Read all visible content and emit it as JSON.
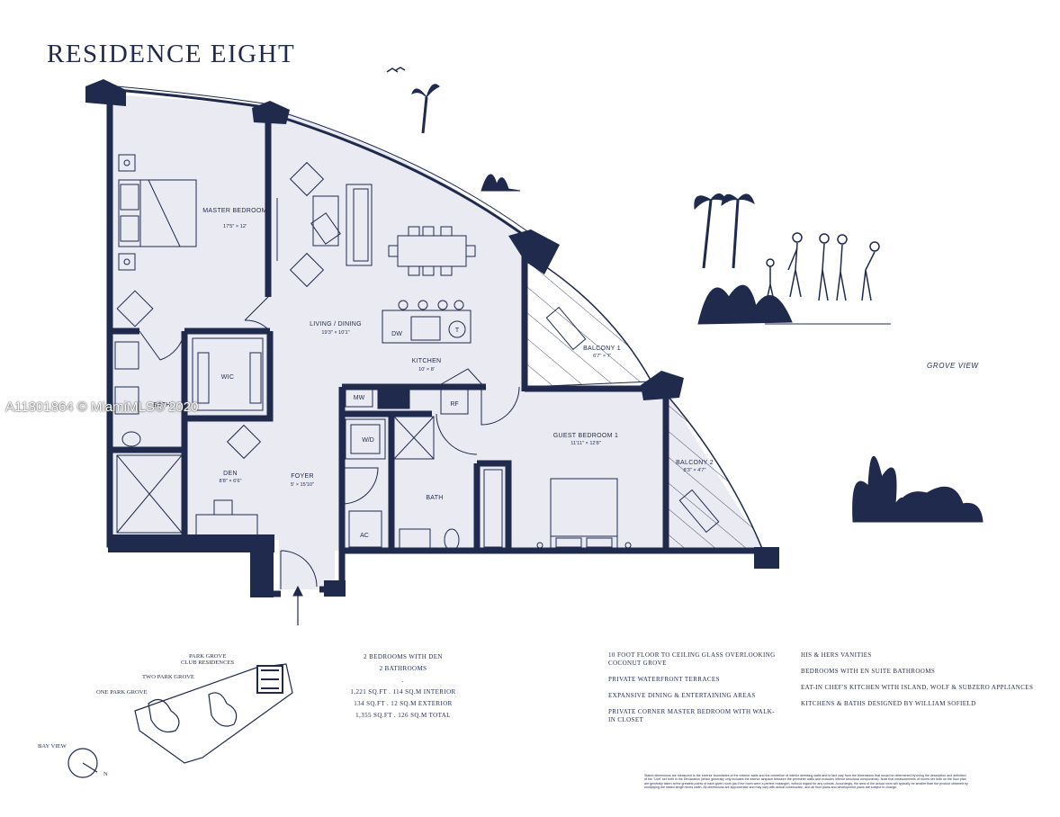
{
  "title": "RESIDENCE EIGHT",
  "watermark": "A11801864 © MiamiMLS® 2020",
  "view_label": "GROVE VIEW",
  "rooms": [
    {
      "name": "MASTER BEDROOM",
      "line2": "",
      "dims": "17'5\" × 12'"
    },
    {
      "name": "LIVING / DINING",
      "dims": "19'3\" × 10'1\""
    },
    {
      "name": "KITCHEN",
      "dims": "10' × 8'"
    },
    {
      "name": "BALCONY 1",
      "dims": "6'7\" × 7'"
    },
    {
      "name": "WIC",
      "dims": ""
    },
    {
      "name": "BATH",
      "dims": ""
    },
    {
      "name": "GUEST BEDROOM 1",
      "dims": "11'11\" × 12'8\""
    },
    {
      "name": "BALCONY 2",
      "dims": "8'3\" × 4'7\""
    },
    {
      "name": "DEN",
      "dims": "8'8\" × 6'6\""
    },
    {
      "name": "FOYER",
      "dims": "5' × 15'10\""
    },
    {
      "name": "BATH",
      "dims": ""
    }
  ],
  "fixtures": {
    "dw": "DW",
    "mw": "MW",
    "rf": "RF",
    "wd": "W/D",
    "ac": "AC",
    "t": "T"
  },
  "site_plan": {
    "labels": [
      "PARK GROVE",
      "CLUB RESIDENCES",
      "TWO PARK GROVE",
      "ONE PARK GROVE",
      "BAY VIEW"
    ],
    "compass": "N"
  },
  "specs": {
    "bedrooms": "2 BEDROOMS WITH DEN",
    "bathrooms": "2 BATHROOMS",
    "dot": ".",
    "interior": "1,221 SQ.FT . 114 SQ.M INTERIOR",
    "exterior": "134 SQ.FT . 12 SQ.M EXTERIOR",
    "total": "1,355 SQ.FT . 126 SQ.M TOTAL"
  },
  "features_col1": [
    "10 FOOT FLOOR TO CEILING GLASS OVERLOOKING COCONUT GROVE",
    "PRIVATE WATERFRONT TERRACES",
    "EXPANSIVE DINING & ENTERTAINING AREAS",
    "PRIVATE CORNER MASTER BEDROOM WITH WALK-IN CLOSET"
  ],
  "features_col2": [
    "HIS & HERS VANITIES",
    "BEDROOMS WITH EN SUITE BATHROOMS",
    "EAT-IN CHEF'S KITCHEN WITH ISLAND, WOLF & SUBZERO APPLIANCES",
    "KITCHENS & BATHS DESIGNED BY WILLIAM SOFIELD"
  ],
  "disclaimer": "Stated dimensions are measured to the exterior boundaries of the exterior walls and the centerline of interior demising walls and in fact vary from the dimensions that would be determined by using the description and definition of the \"Unit\" set forth in the Declaration (which generally only includes the interior airspace between the perimeter walls and excludes interior structural components). Note that measurements of rooms set forth on the floor plan are generally taken at the greatest points of each given room (as if the room were a perfect rectangle), without regard for any cutouts. Accordingly, the area of the actual room will typically be smaller than the product obtained by multiplying the stated length times width. All dimensions are approximate and may vary with actual construction, and all floor plans and development plans are subject to change.",
  "colors": {
    "ink": "#1f2a4d",
    "floor": "#e9eaf2",
    "paper": "#ffffff"
  }
}
